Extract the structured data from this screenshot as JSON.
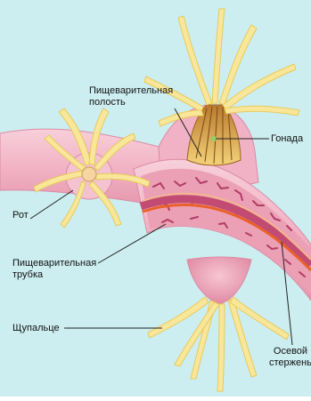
{
  "labels": {
    "digestive_cavity": [
      "Пищеварительная",
      "полость"
    ],
    "gonad": "Гонада",
    "mouth": "Рот",
    "digestive_tube": [
      "Пищеварительная",
      "трубка"
    ],
    "tentacle": "Щупальце",
    "axial_rod": [
      "Осевой",
      "стержень"
    ]
  },
  "colors": {
    "background": "#cdeef0",
    "tube_outer": "#f2b6c7",
    "tube_cut": "#e48aa4",
    "canal": "#c24b73",
    "axial_rod": "#e8612a",
    "tentacle": "#f8e79a",
    "polyp_body": "#f5d070",
    "leader_line": "#222222"
  }
}
